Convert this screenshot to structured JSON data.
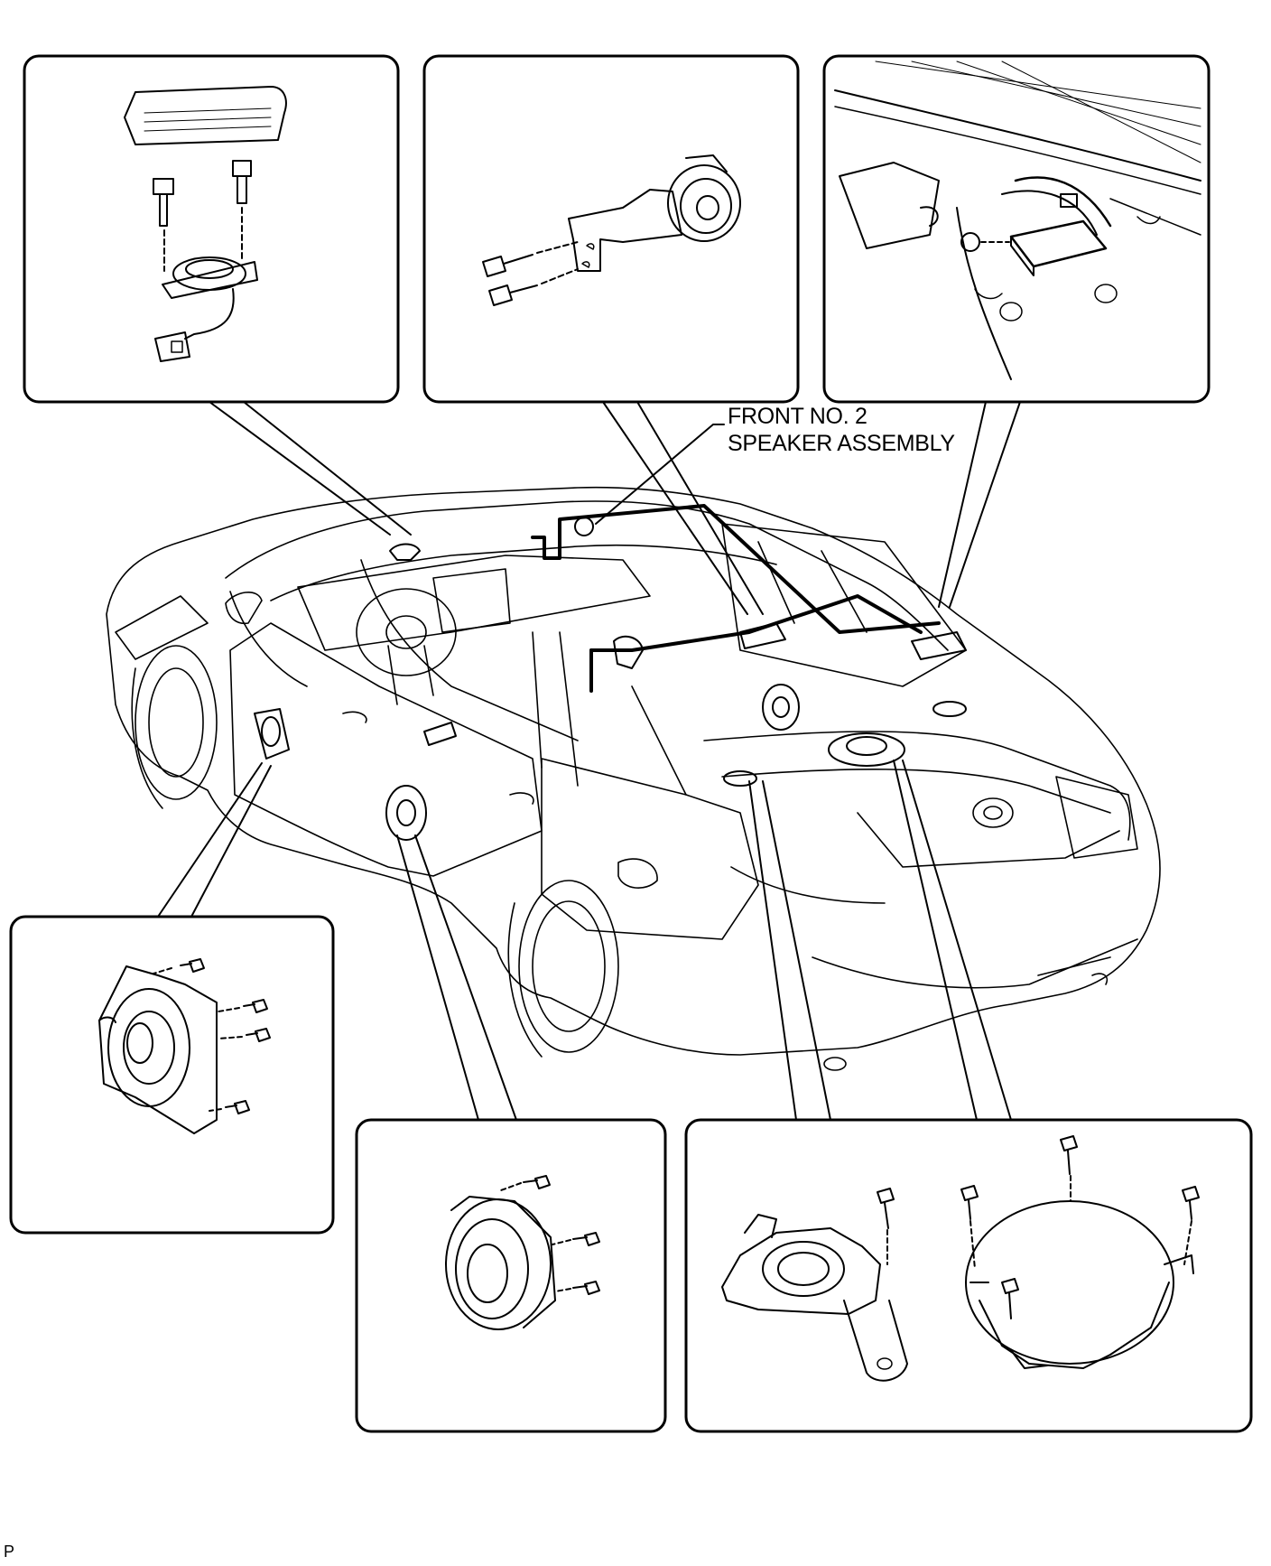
{
  "diagram": {
    "callout": {
      "line1": "FRONT NO. 2",
      "line2": "SPEAKER ASSEMBLY"
    },
    "footer_code": "P"
  }
}
